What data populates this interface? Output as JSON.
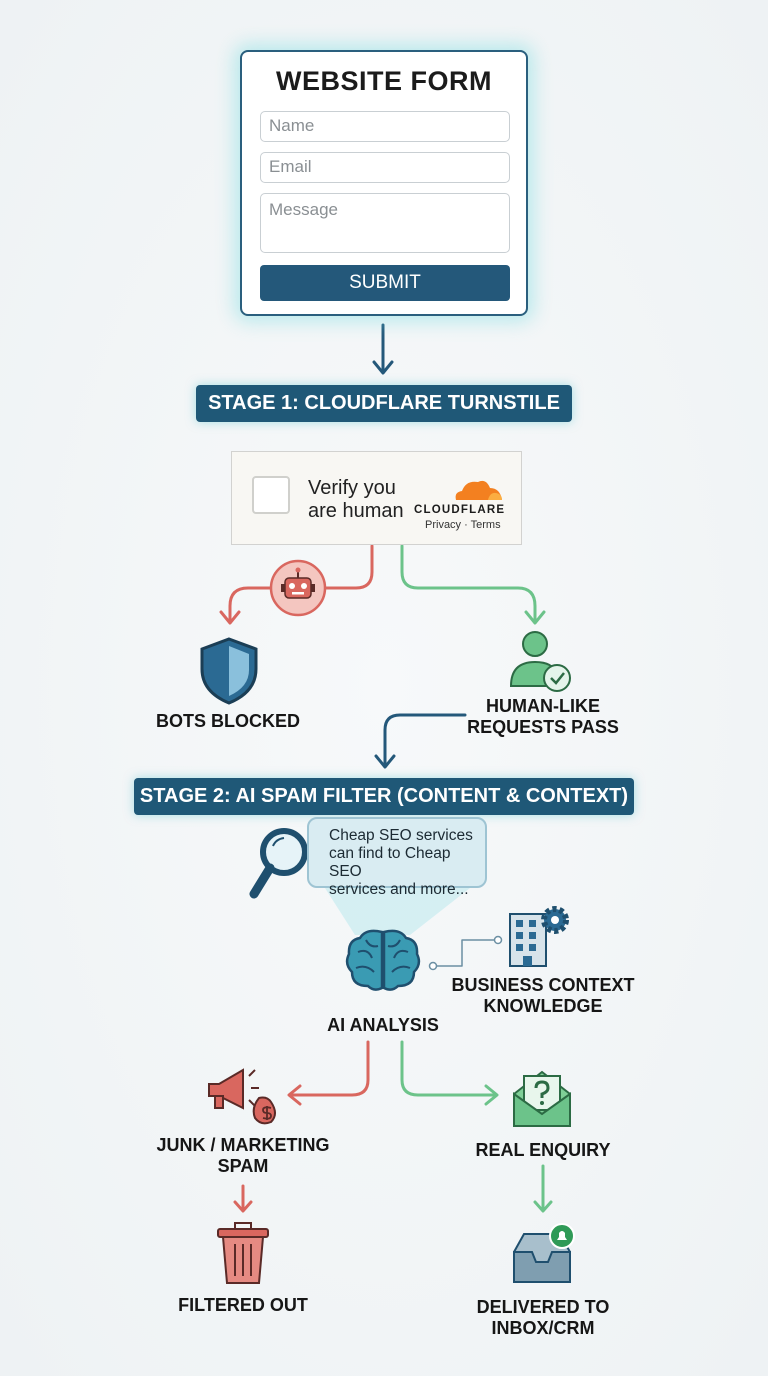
{
  "form": {
    "title": "WEBSITE FORM",
    "name_placeholder": "Name",
    "email_placeholder": "Email",
    "message_placeholder": "Message",
    "submit_label": "SUBMIT"
  },
  "stage1": {
    "title": "STAGE 1: CLOUDFLARE TURNSTILE",
    "turnstile": {
      "line1": "Verify you",
      "line2": "are human",
      "brand": "CLOUDFLARE",
      "privacy": "Privacy",
      "sep": "·",
      "terms": "Terms"
    },
    "blocked_label": "BOTS BLOCKED",
    "pass_line1": "HUMAN-LIKE",
    "pass_line2": "REQUESTS PASS"
  },
  "stage2": {
    "title": "STAGE 2: AI SPAM FILTER (CONTENT & CONTEXT)",
    "bubble": {
      "line1": "Cheap SEO services",
      "line2": "can find to Cheap SEO",
      "line3": "services and more..."
    },
    "ai_label": "AI ANALYSIS",
    "context_line1": "BUSINESS CONTEXT",
    "context_line2": "KNOWLEDGE",
    "spam_line1": "JUNK / MARKETING",
    "spam_line2": "SPAM",
    "real_label": "REAL ENQUIRY",
    "filtered_label": "FILTERED OUT",
    "delivered_line1": "DELIVERED TO",
    "delivered_line2": "INBOX/CRM"
  },
  "colors": {
    "primary": "#1f5877",
    "red": "#d9675f",
    "green": "#6cc38a",
    "cloud": "#f38020"
  }
}
